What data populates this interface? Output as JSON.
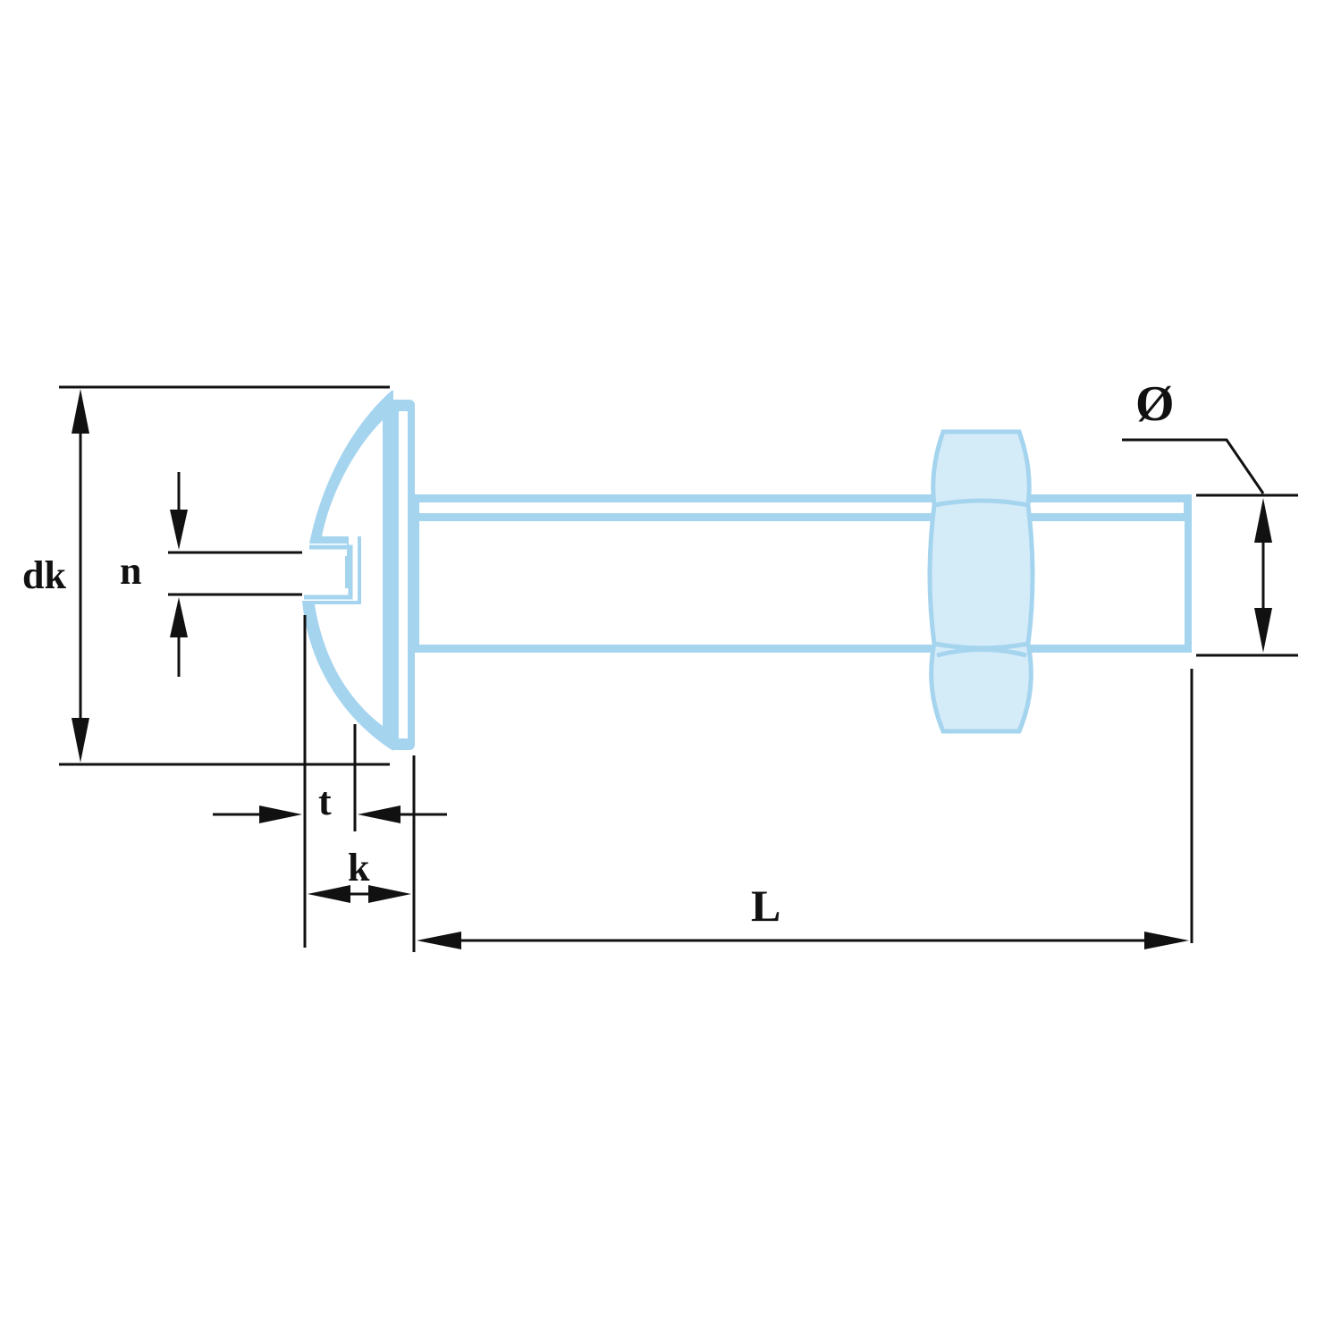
{
  "labels": {
    "head_diameter": "dk",
    "slot_width": "n",
    "slot_depth": "t",
    "head_height": "k",
    "length": "L",
    "diameter": "Ø"
  },
  "colors": {
    "part": "#a5d4ef",
    "part_light": "#d4ebf8",
    "dimension": "#111111",
    "background": "#ffffff"
  }
}
